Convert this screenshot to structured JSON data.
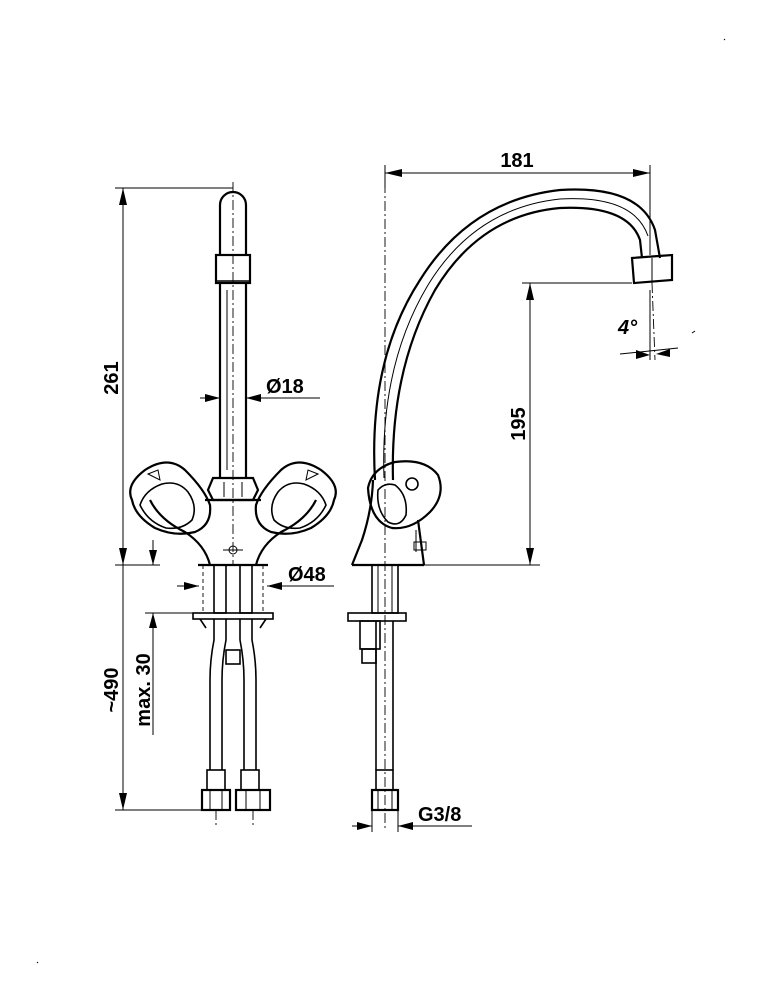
{
  "dimensions": {
    "total_height": "261",
    "tube_diameter": "Ø18",
    "base_diameter": "Ø48",
    "hose_length": "~490",
    "max_thickness": "max. 30",
    "spout_reach": "181",
    "spout_height": "195",
    "spout_angle": "4°",
    "connection_thread": "G3/8"
  }
}
